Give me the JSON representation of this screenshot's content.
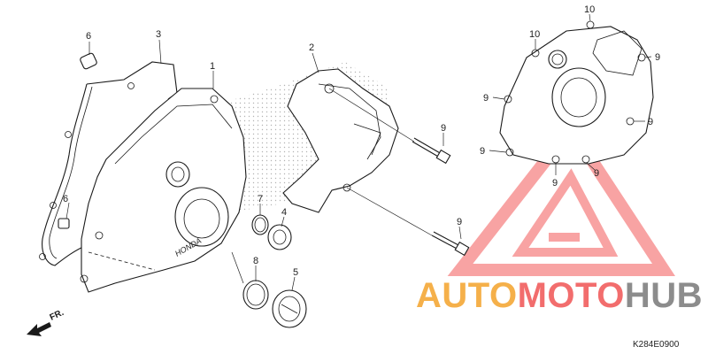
{
  "diagram": {
    "part_numbers": {
      "p1": "1",
      "p2": "2",
      "p3": "3",
      "p4": "4",
      "p5": "5",
      "p6a": "6",
      "p6b": "6",
      "p7": "7",
      "p8": "8",
      "p9a": "9",
      "p9b": "9",
      "p9c": "9",
      "p9d": "9",
      "p9e": "9",
      "p9f": "9",
      "p9g": "9",
      "p9h": "9",
      "p10a": "10",
      "p10b": "10"
    },
    "direction_label": "FR.",
    "cover_stamp": "HONDA",
    "figure_code": "K284E0900"
  },
  "watermark": {
    "part1": "AUTO",
    "part2": "MOTO",
    "part3": "HUB",
    "color_orange": "#f5a623",
    "color_red": "#f26d6d",
    "color_dark": "#8c8c8c"
  }
}
